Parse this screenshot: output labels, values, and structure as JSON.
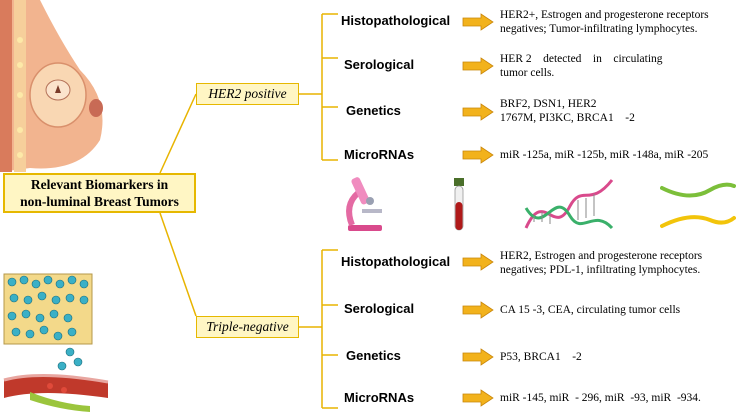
{
  "title": {
    "line1": "Relevant Biomarkers in",
    "line2": "non-luminal Breast Tumors"
  },
  "groups": [
    {
      "label": "HER2 positive",
      "rows": [
        {
          "category": "Histopathological",
          "text": [
            "HER2+, Estrogen and progesterone receptors",
            "negatives; Tumor-infiltrating lymphocytes."
          ]
        },
        {
          "category": "Serological",
          "text": [
            "HER 2    detected    in    circulating",
            "tumor cells."
          ]
        },
        {
          "category": "Genetics",
          "text": [
            "BRF2, DSN1, HER2",
            "1767M, PI3KC, BRCA1    -2"
          ]
        },
        {
          "category": "MicroRNAs",
          "text": [
            "miR -125a, miR -125b, miR -148a, miR -205"
          ]
        }
      ]
    },
    {
      "label": "Triple-negative",
      "rows": [
        {
          "category": "Histopathological",
          "text": [
            "HER2, Estrogen and progesterone receptors",
            "negatives; PDL-1, infiltrating lymphocytes."
          ]
        },
        {
          "category": "Serological",
          "text": [
            "CA 15 -3, CEA, circulating tumor cells"
          ]
        },
        {
          "category": "Genetics",
          "text": [
            "P53, BRCA1    -2"
          ]
        },
        {
          "category": "MicroRNAs",
          "text": [
            "miR -145, miR  - 296, miR  -93, miR  -934."
          ]
        }
      ]
    }
  ],
  "icons": [
    "breast-illustration-icon",
    "tissue-cells-illustration-icon",
    "microscope-icon",
    "blood-tube-icon",
    "dna-helix-icon",
    "rna-strands-icon"
  ],
  "colors": {
    "accent": "#e6b800",
    "box_fill": "#fff6c4",
    "arrow": "#f2b21c",
    "line": "#e8b400"
  }
}
